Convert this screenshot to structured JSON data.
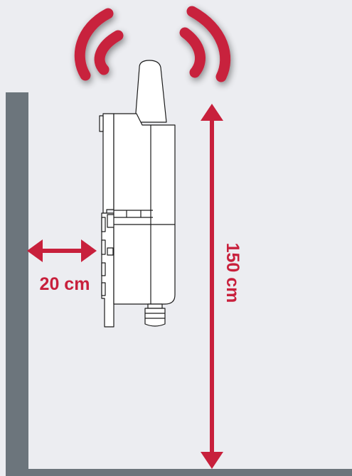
{
  "diagram": {
    "distance_from_wall_label": "20 cm",
    "mounting_height_label": "150 cm"
  },
  "icons": {
    "wall": "wall-surface",
    "device": "wireless-sensor-device",
    "signal": "wireless-signal-waves",
    "horizontal_arrow": "double-arrow-horizontal",
    "vertical_arrow": "double-arrow-vertical"
  },
  "colors": {
    "background": "#ecedf1",
    "wall": "#6c757c",
    "accent": "#c8203c",
    "device_outline": "#1b1b1b",
    "device_fill": "#ffffff"
  }
}
